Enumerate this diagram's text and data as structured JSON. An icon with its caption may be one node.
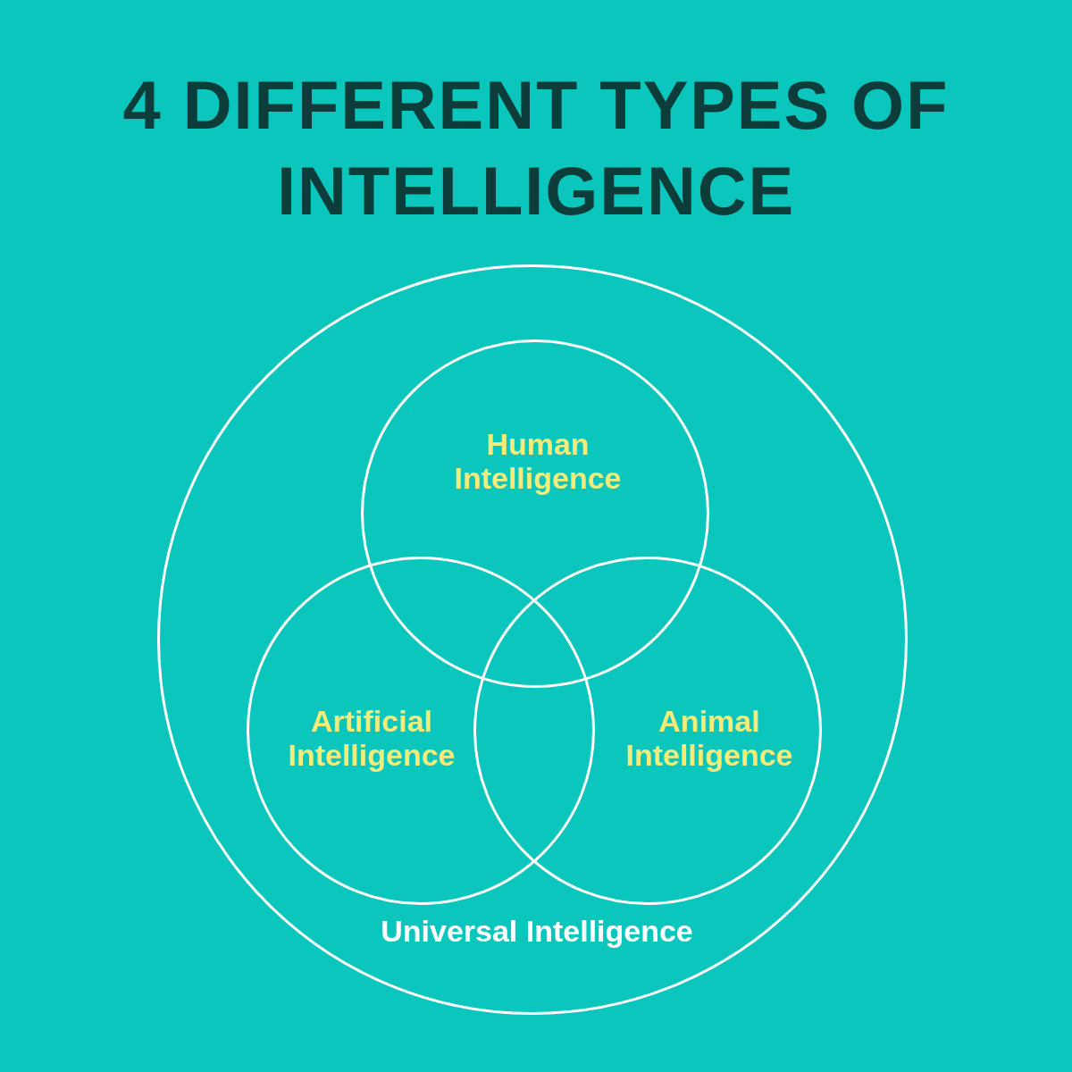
{
  "diagram": {
    "title": "4 DIFFERENT TYPES OF INTELLIGENCE",
    "nodes": [
      {
        "text": [
          "Universal Intelligence"
        ]
      },
      {
        "text": [
          "Human Intelligence"
        ],
        "in": 0
      },
      {
        "text": [
          "Artificial Intelligence"
        ],
        "in": 0
      },
      {
        "text": [
          "Animal Intelligence"
        ],
        "in": 0
      }
    ]
  }
}
